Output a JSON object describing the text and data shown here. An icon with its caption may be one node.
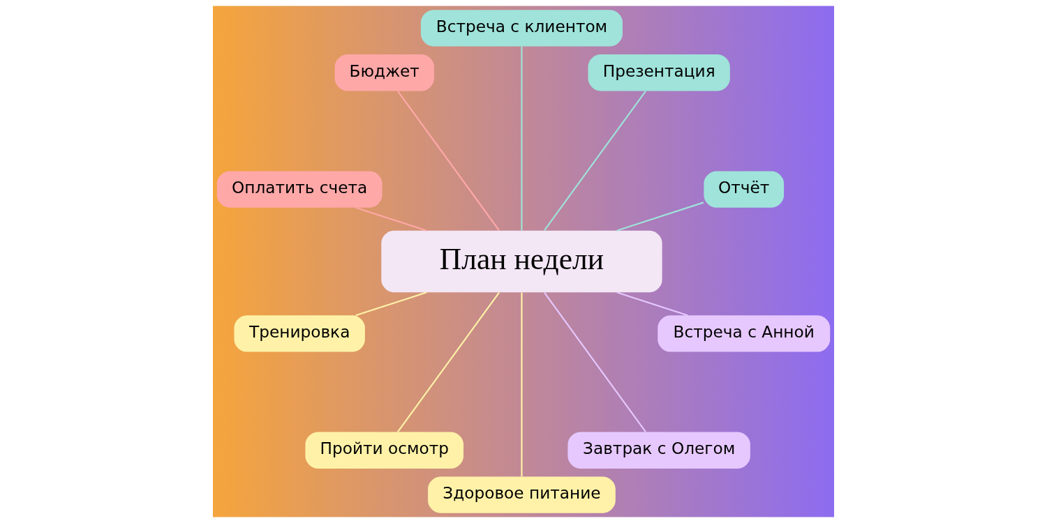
{
  "diagram": {
    "nodes": [
      {
        "text": [
          "План недели"
        ]
      },
      {
        "text": [
          "Отчёт"
        ]
      },
      {
        "text": [
          "Презентация"
        ]
      },
      {
        "text": [
          "Встреча с клиентом"
        ]
      },
      {
        "text": [
          "Бюджет"
        ]
      },
      {
        "text": [
          "Оплатить счета"
        ]
      },
      {
        "text": [
          "Тренировка"
        ]
      },
      {
        "text": [
          "Пройти осмотр"
        ]
      },
      {
        "text": [
          "Здоровое питание"
        ]
      },
      {
        "text": [
          "Завтрак с Олегом"
        ]
      },
      {
        "text": [
          "Встреча с Анной"
        ]
      }
    ],
    "edges": [
      {
        "from": 0,
        "to": 1,
        "arrow": "none",
        "color": "#9fe3da"
      },
      {
        "from": 0,
        "to": 2,
        "arrow": "none",
        "color": "#9fe3da"
      },
      {
        "from": 0,
        "to": 3,
        "arrow": "none",
        "color": "#9fe3da"
      },
      {
        "from": 0,
        "to": 4,
        "arrow": "none",
        "color": "#ffa8a8"
      },
      {
        "from": 0,
        "to": 5,
        "arrow": "none",
        "color": "#ffa8a8"
      },
      {
        "from": 0,
        "to": 6,
        "arrow": "none",
        "color": "#fff2a8"
      },
      {
        "from": 0,
        "to": 7,
        "arrow": "none",
        "color": "#fff2a8"
      },
      {
        "from": 0,
        "to": 8,
        "arrow": "none",
        "color": "#fff2a8"
      },
      {
        "from": 0,
        "to": 9,
        "arrow": "none",
        "color": "#e6c8ff"
      },
      {
        "from": 0,
        "to": 10,
        "arrow": "none",
        "color": "#e6c8ff"
      }
    ]
  }
}
